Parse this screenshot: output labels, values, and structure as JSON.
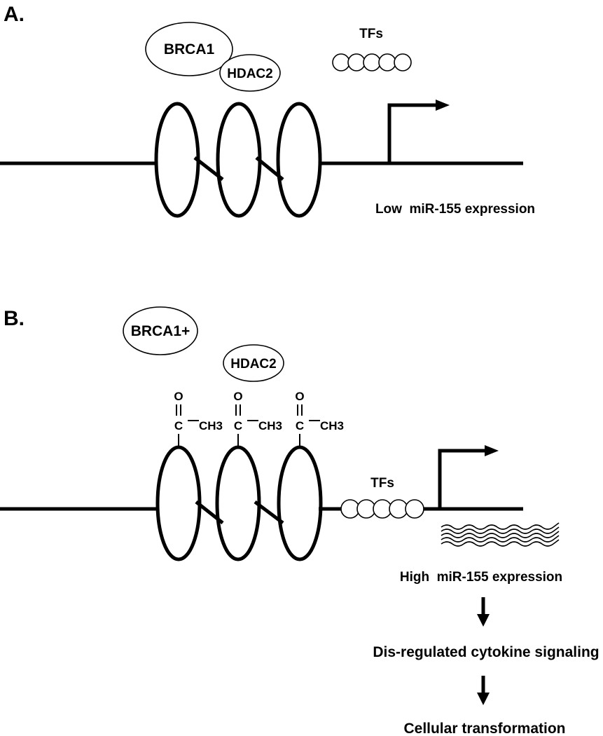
{
  "panel_a": {
    "label": "A.",
    "brca1": "BRCA1",
    "hdac2": "HDAC2",
    "tfs": "TFs",
    "expression": "Low  miR-155 expression"
  },
  "panel_b": {
    "label": "B.",
    "brca1": "BRCA1+",
    "hdac2": "HDAC2",
    "acetyl": {
      "o": "O",
      "c": "C",
      "ch3": "CH3"
    },
    "tfs": "TFs",
    "expression": "High  miR-155 expression",
    "outcome_1": "Dis-regulated cytokine signaling",
    "outcome_2": "Cellular transformation"
  }
}
